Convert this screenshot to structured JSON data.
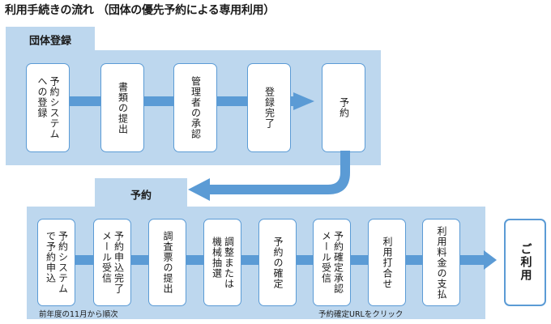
{
  "title": "利用手続きの流れ （団体の優先予約による専用利用）",
  "sections": {
    "registration": {
      "label": "団体登録",
      "steps": [
        "予約システム\nへの登録",
        "書類の提出",
        "管理者の承認",
        "登録完了",
        "予約"
      ]
    },
    "reservation": {
      "label": "予約",
      "steps": [
        "予約システム\nで予約申込",
        "予約申込完了\nメール受信",
        "調査票の提出",
        "調整または\n機械抽選",
        "予約の確定",
        "予約確定承認\nメール受信",
        "利用打合せ",
        "利用料金の支払"
      ],
      "final_step": "ご利用",
      "note_left": "前年度の11月から順次",
      "note_right": "予約確定URLをクリック"
    }
  },
  "colors": {
    "panel": "#bdd7ee",
    "connector": "#5b9bd5",
    "box_border": "#5b9bd5"
  }
}
